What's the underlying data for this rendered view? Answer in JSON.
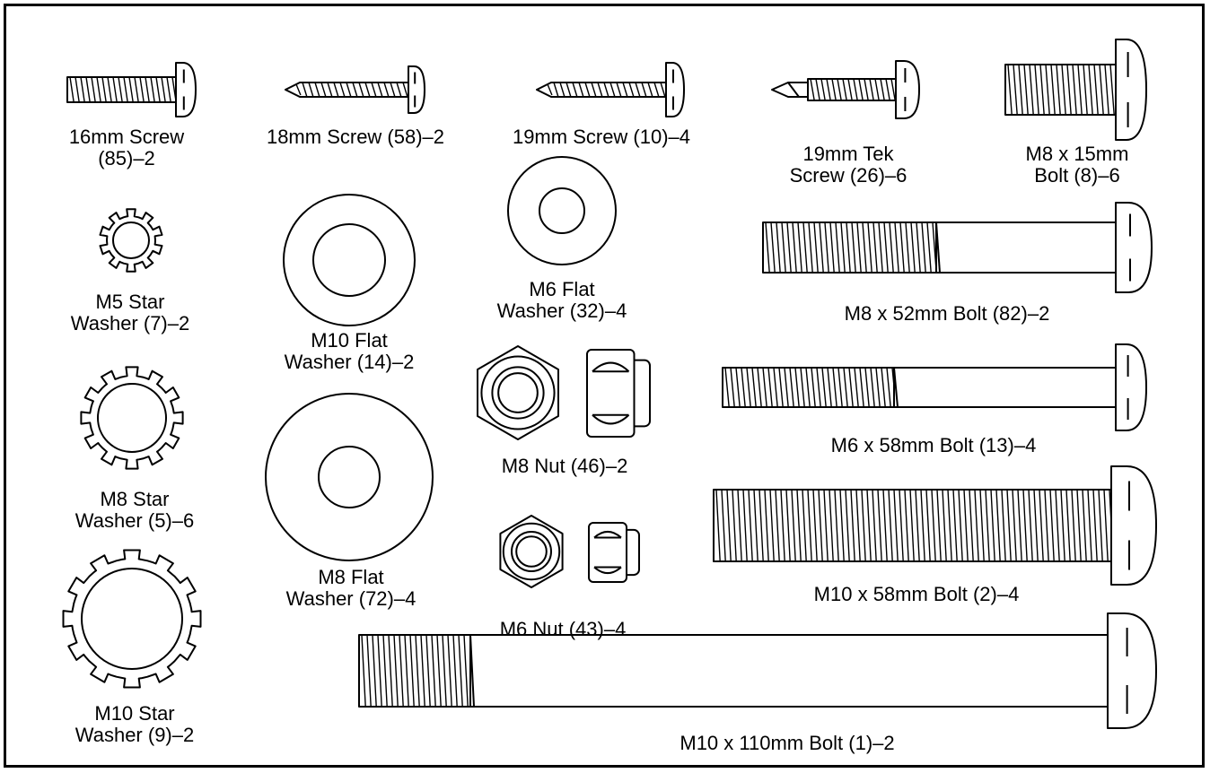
{
  "hardware": [
    {
      "id": "16mm-screw",
      "lines": [
        "16mm Screw",
        "(85)–2"
      ]
    },
    {
      "id": "18mm-screw",
      "lines": [
        "18mm Screw (58)–2"
      ]
    },
    {
      "id": "19mm-screw",
      "lines": [
        "19mm Screw (10)–4"
      ]
    },
    {
      "id": "19mm-tek-screw",
      "lines": [
        "19mm Tek",
        "Screw (26)–6"
      ]
    },
    {
      "id": "m8x15-bolt",
      "lines": [
        "M8 x 15mm",
        "Bolt (8)–6"
      ]
    },
    {
      "id": "m5-star-washer",
      "lines": [
        "M5 Star",
        "Washer (7)–2"
      ]
    },
    {
      "id": "m10-flat-washer",
      "lines": [
        "M10 Flat",
        "Washer (14)–2"
      ]
    },
    {
      "id": "m6-flat-washer",
      "lines": [
        "M6 Flat",
        "Washer (32)–4"
      ]
    },
    {
      "id": "m8x52-bolt",
      "lines": [
        "M8 x 52mm Bolt (82)–2"
      ]
    },
    {
      "id": "m8-star-washer",
      "lines": [
        "M8 Star",
        "Washer (5)–6"
      ]
    },
    {
      "id": "m8-nut",
      "lines": [
        "M8 Nut (46)–2"
      ]
    },
    {
      "id": "m6x58-bolt",
      "lines": [
        "M6 x 58mm Bolt (13)–4"
      ]
    },
    {
      "id": "m8-flat-washer",
      "lines": [
        "M8 Flat",
        "Washer (72)–4"
      ]
    },
    {
      "id": "m6-nut",
      "lines": [
        "M6 Nut (43)–4"
      ]
    },
    {
      "id": "m10x58-bolt",
      "lines": [
        "M10 x 58mm Bolt (2)–4"
      ]
    },
    {
      "id": "m10-star-washer",
      "lines": [
        "M10 Star",
        "Washer (9)–2"
      ]
    },
    {
      "id": "m10x110-bolt",
      "lines": [
        "M10 x 110mm Bolt (1)–2"
      ]
    }
  ]
}
